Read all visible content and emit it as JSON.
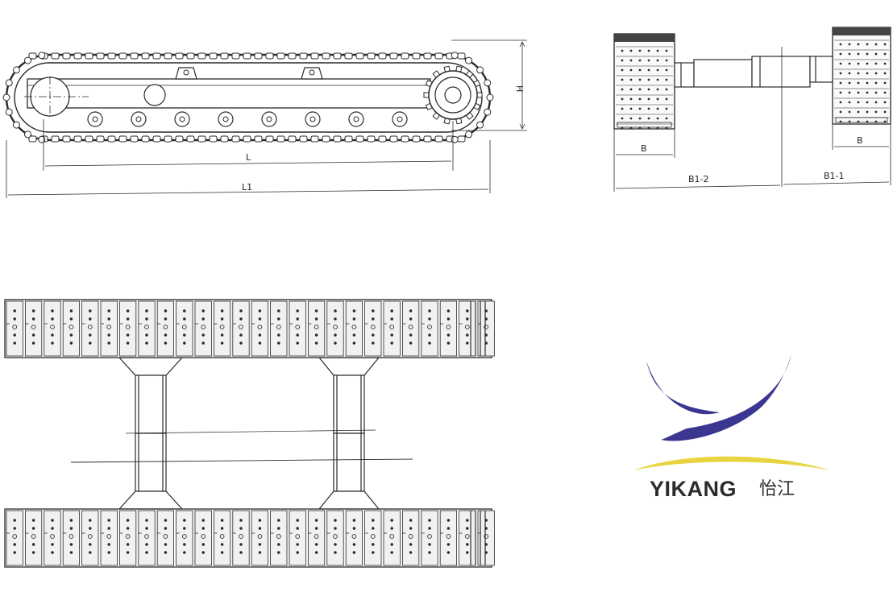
{
  "side_view": {
    "dim_height": "H",
    "dim_wheelbase": "L",
    "dim_total_length": "L1"
  },
  "front_view": {
    "dim_track_width_left": "B",
    "dim_track_width_right": "B",
    "dim_half_span_left": "B1-2",
    "dim_half_span_right": "B1-1"
  },
  "logo": {
    "brand": "YIKANG",
    "brand_cjk": "怡江",
    "swoosh_color": "#3b3791",
    "arc_color": "#e8d440"
  },
  "colors": {
    "line": "#2a2a2a",
    "pad_fill": "#f1f1f1",
    "background": "#ffffff"
  }
}
